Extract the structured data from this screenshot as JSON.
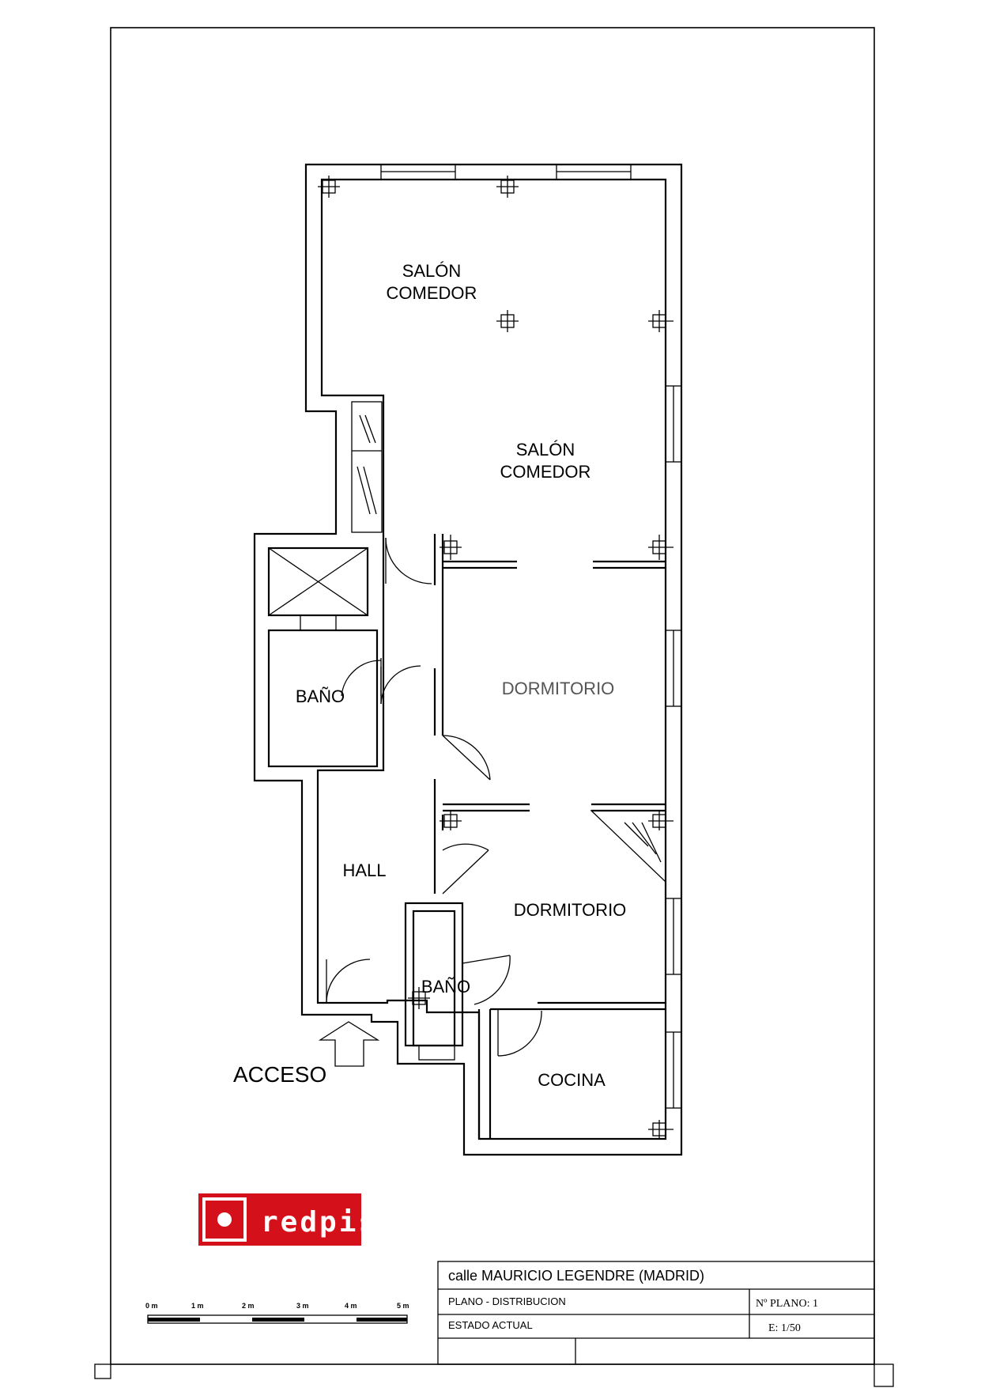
{
  "rooms": {
    "salon_comedor_1": [
      "SALÓN",
      "COMEDOR"
    ],
    "salon_comedor_2": [
      "SALÓN",
      "COMEDOR"
    ],
    "dormitorio_1": "DORMITORIO",
    "dormitorio_2": "DORMITORIO",
    "bano_1": "BAÑO",
    "bano_2": "BAÑO",
    "hall": "HALL",
    "cocina": "COCINA"
  },
  "access_label": "ACCESO",
  "logo": {
    "text": "redpiso",
    "color": "#d4111a"
  },
  "scale_bar": {
    "labels": [
      "0 m",
      "1 m",
      "2 m",
      "3 m",
      "4 m",
      "5 m"
    ]
  },
  "title_block": {
    "address": "calle  MAURICIO  LEGENDRE   (MADRID)",
    "plan_type": "PLANO   -  DISTRIBUCION",
    "plan_number": "Nº PLANO:  1",
    "status": "ESTADO  ACTUAL",
    "scale": "E: 1/50"
  }
}
